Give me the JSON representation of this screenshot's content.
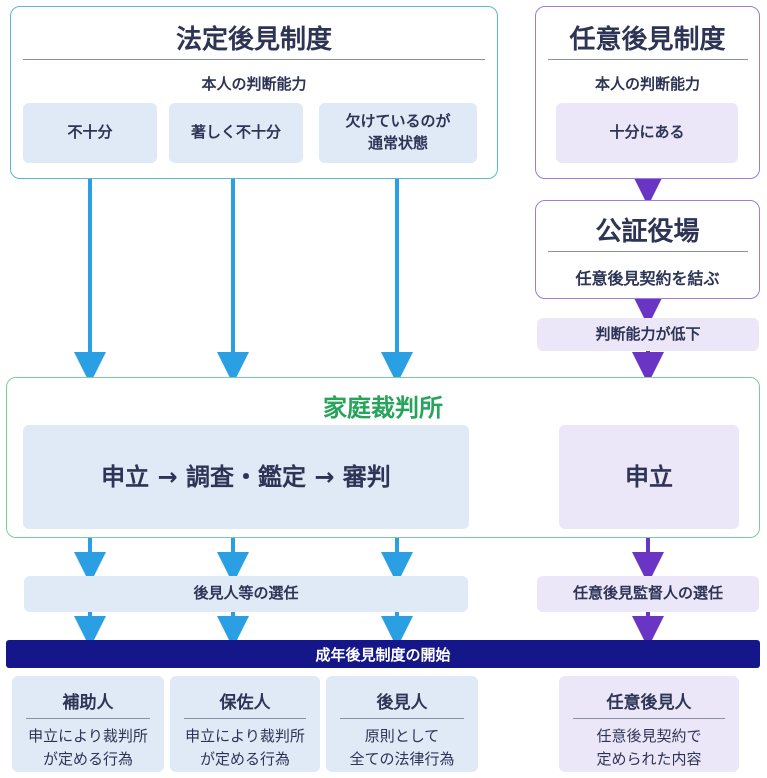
{
  "legal": {
    "title": "法定後見制度",
    "subtitle": "本人の判断能力",
    "levels": [
      "不十分",
      "著しく不十分",
      "欠けているのが\n通常状態"
    ]
  },
  "voluntary": {
    "title": "任意後見制度",
    "subtitle": "本人の判断能力",
    "level": "十分にある",
    "notary_title": "公証役場",
    "notary_action": "任意後見契約を結ぶ",
    "decline": "判断能力が低下"
  },
  "court": {
    "title": "家庭裁判所",
    "legal_process": "申立 → 調査・鑑定 → 審判",
    "voluntary_process": "申立"
  },
  "selection": {
    "legal": "後見人等の選任",
    "voluntary": "任意後見監督人の選任"
  },
  "start_label": "成年後見制度の開始",
  "cards": [
    {
      "title": "補助人",
      "desc": "申立により裁判所\nが定める行為"
    },
    {
      "title": "保佐人",
      "desc": "申立により裁判所\nが定める行為"
    },
    {
      "title": "後見人",
      "desc": "原則として\n全ての法律行為"
    },
    {
      "title": "任意後見人",
      "desc": "任意後見契約で\n定められた内容"
    }
  ],
  "colors": {
    "blue_arrow": "#2a9fe3",
    "purple_arrow": "#6a35c4",
    "green_title": "#27a35b",
    "start_bar": "#14168a",
    "blue_tile": "#dfeaf6",
    "purple_tile": "#ece7f8"
  }
}
